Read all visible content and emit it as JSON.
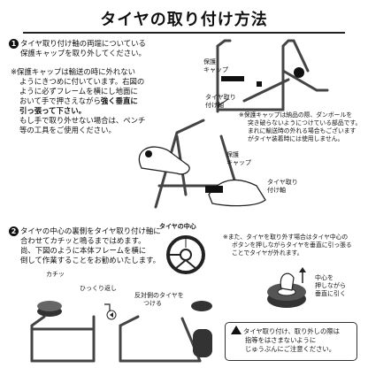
{
  "title": "タイヤの取り付け方法",
  "step1": {
    "number": "1",
    "lines": [
      "タイヤ取り付け軸の両端についている",
      "保護キャップを取り外してください。"
    ],
    "note_lines": [
      "※保護キャップは輸送の時に外れない",
      "ようにきつめに付いています。右図の",
      "ように必ずフレームを横にし地面に",
      "おいて手で押さえながら",
      "引っ張って下さい。",
      "もし手で取り外せない場合は、ペンチ",
      "等の工具をご使用ください。"
    ],
    "note_emphasis": "強く垂直に",
    "label_cap": [
      "保護",
      "キャップ"
    ],
    "label_axle": [
      "タイヤ取り",
      "付け軸"
    ],
    "side_note": [
      "※保護キャップは納品の際、ダンボールを",
      "突き破らないようにつけている部品です。",
      "まれに輸送時の外れる場合もございます",
      "がタイヤ装着時には使用しません。"
    ],
    "label_cap2": [
      "保護",
      "キャップ"
    ],
    "label_axle2": [
      "タイヤ取り",
      "付け軸"
    ]
  },
  "step2": {
    "number": "2",
    "lines": [
      "タイヤの中心の裏側をタイヤ取り付け軸に",
      "合わせてカチッと鳴るまではめます。",
      "尚、下図のように本体フレームを横に",
      "倒して作業することをお勧めいたします。"
    ],
    "label_center": "タイヤの中心",
    "label_click": "カチッ",
    "label_flip": "ひっくり返し",
    "label_opposite": [
      "反対側のタイヤを",
      "つける"
    ],
    "remove_note": [
      "※また、タイヤを取り外す場合はタイヤ中心の",
      "ボタンを押しながらタイヤを垂直に引っ張る",
      "ことでタイヤが外れます。"
    ],
    "remove_emphasis": "取り外す場合はタイヤ中心の",
    "remove_label": [
      "中心を",
      "押しながら",
      "垂直に引く"
    ],
    "caution_lines": [
      "タイヤ取り付け、取り外しの際は",
      "指等をはさまないように",
      "じゅうぶんにご注意ください。"
    ]
  }
}
